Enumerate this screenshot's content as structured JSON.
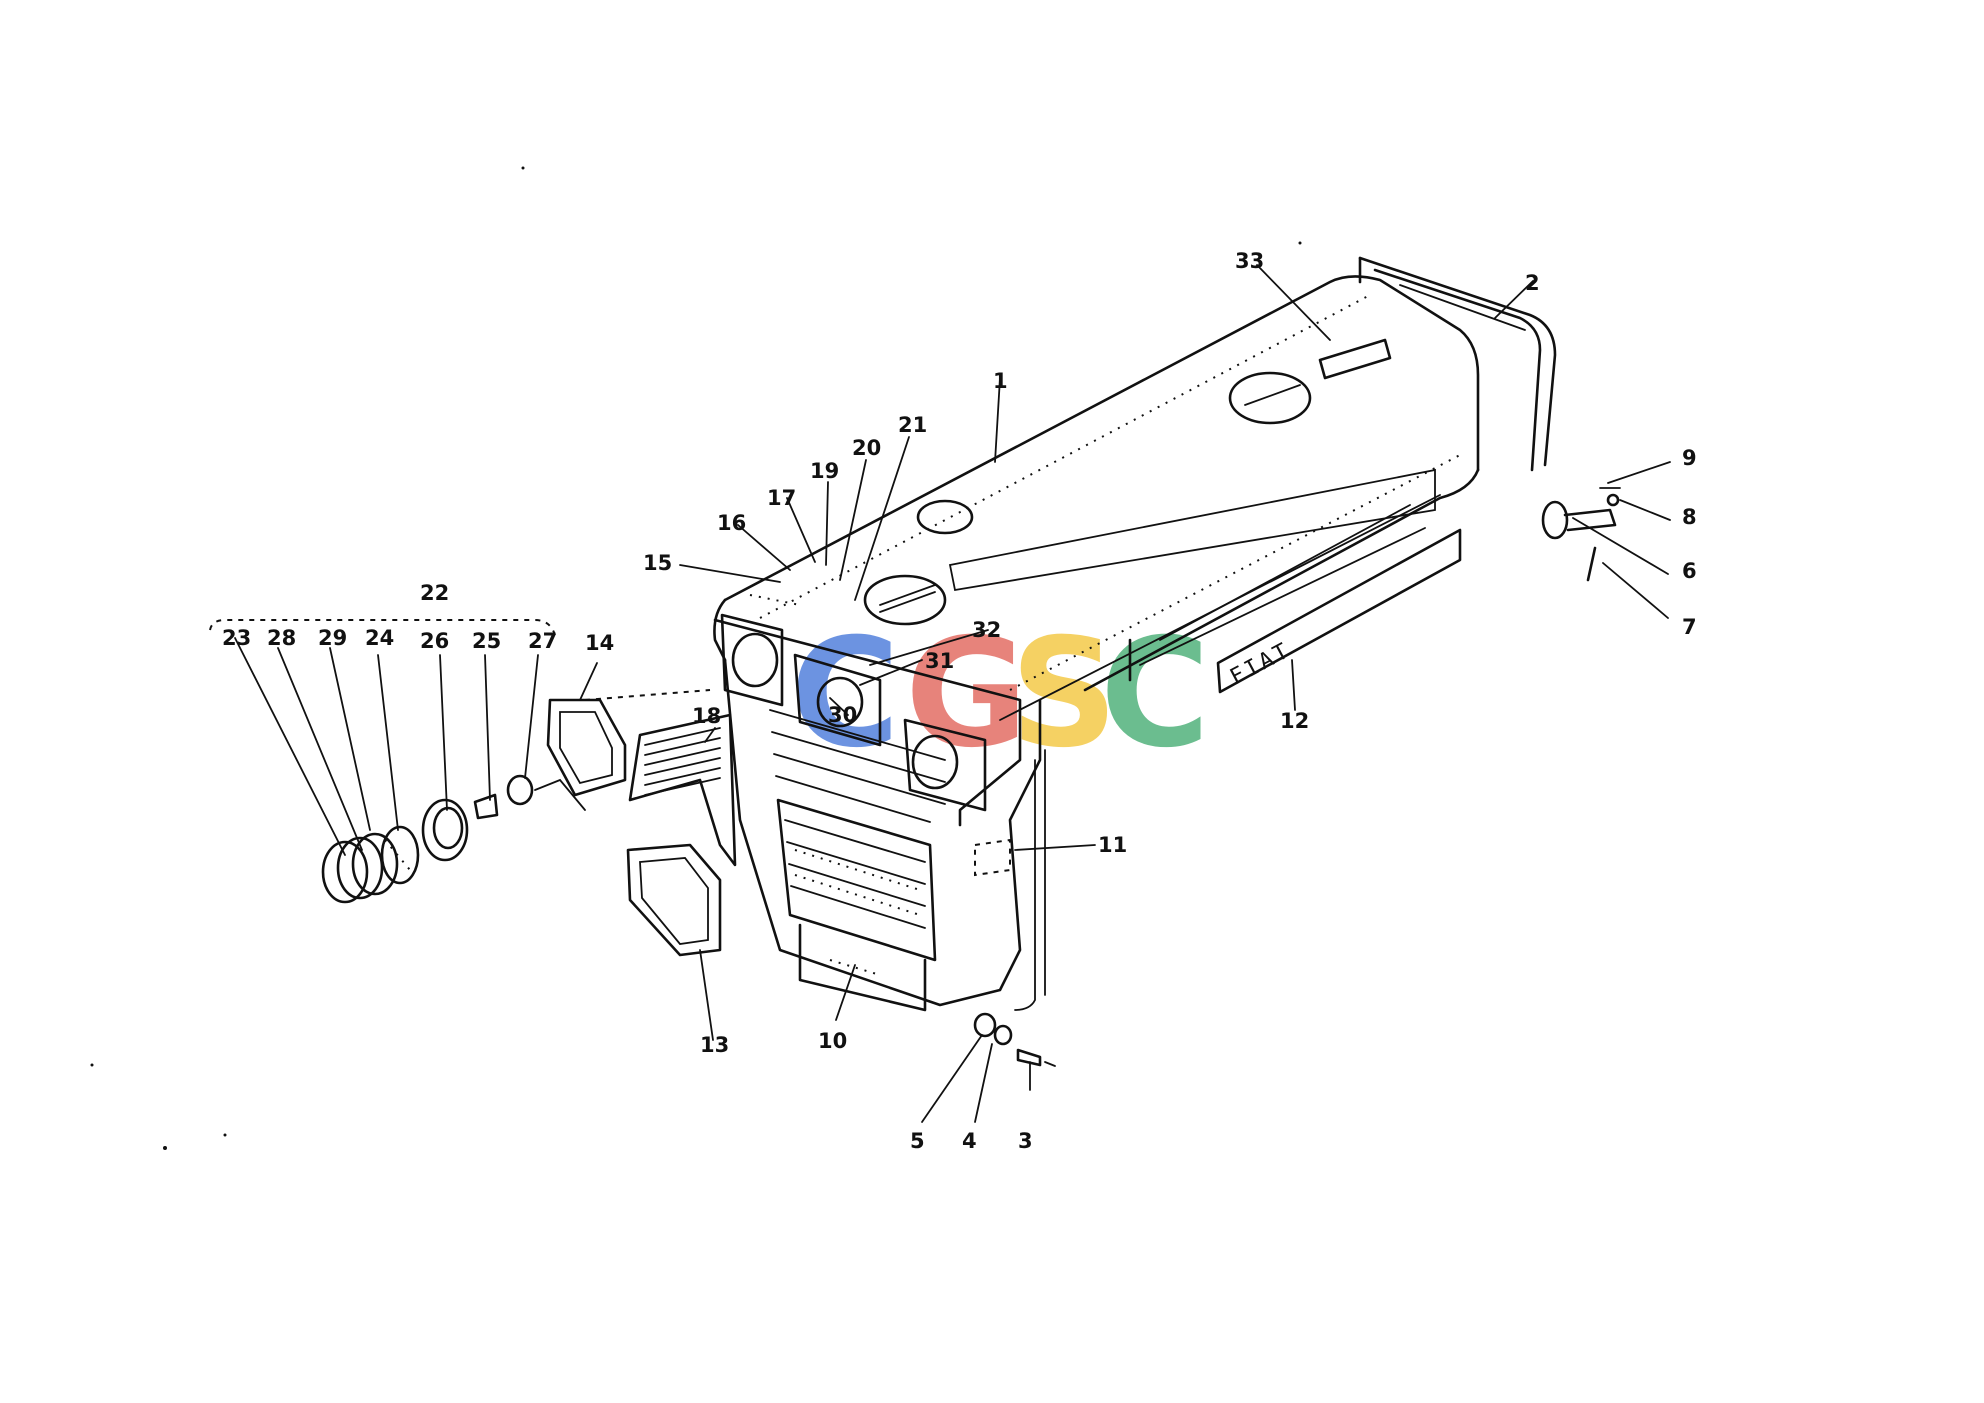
{
  "diagram": {
    "labels": {
      "l1": "1",
      "l2": "2",
      "l3": "3",
      "l4": "4",
      "l5": "5",
      "l6": "6",
      "l7": "7",
      "l8": "8",
      "l9": "9",
      "l10": "10",
      "l11": "11",
      "l12": "12",
      "l13": "13",
      "l14": "14",
      "l15": "15",
      "l16": "16",
      "l17": "17",
      "l18": "18",
      "l19": "19",
      "l20": "20",
      "l21": "21",
      "l22": "22",
      "l23": "23",
      "l24": "24",
      "l25": "25",
      "l26": "26",
      "l27": "27",
      "l28": "28",
      "l29": "29",
      "l30": "30",
      "l31": "31",
      "l32": "32",
      "l33": "33"
    },
    "decal_text": "FIAT",
    "watermark": {
      "letters": [
        "C",
        "G",
        "S",
        "C"
      ],
      "colors": [
        "#3b6fd8",
        "#e05a50",
        "#f2c230",
        "#3aa86a"
      ]
    }
  }
}
